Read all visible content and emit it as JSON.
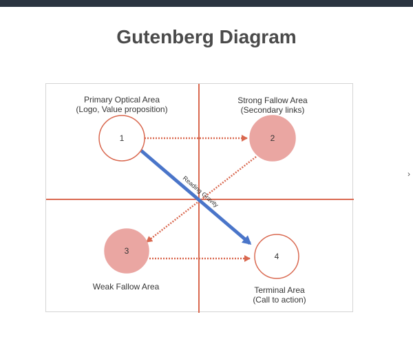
{
  "title": "Gutenberg Diagram",
  "areas": [
    {
      "number": "1",
      "name": "Primary Optical Area",
      "detail": "(Logo, Value proposition)"
    },
    {
      "number": "2",
      "name": "Strong Fallow Area",
      "detail": "(Secondary links)"
    },
    {
      "number": "3",
      "name": "Weak Fallow Area",
      "detail": ""
    },
    {
      "number": "4",
      "name": "Terminal Area",
      "detail": "(Call to action)"
    }
  ],
  "gravity_label": "Reading Gravity",
  "colors": {
    "axis": "#d9684f",
    "dotted_arrow": "#d9684f",
    "gravity_arrow": "#4a75c9",
    "circle_stroke": "#d9684f",
    "fallow_fill": "#eaa6a2",
    "title": "#4a4a4a"
  }
}
